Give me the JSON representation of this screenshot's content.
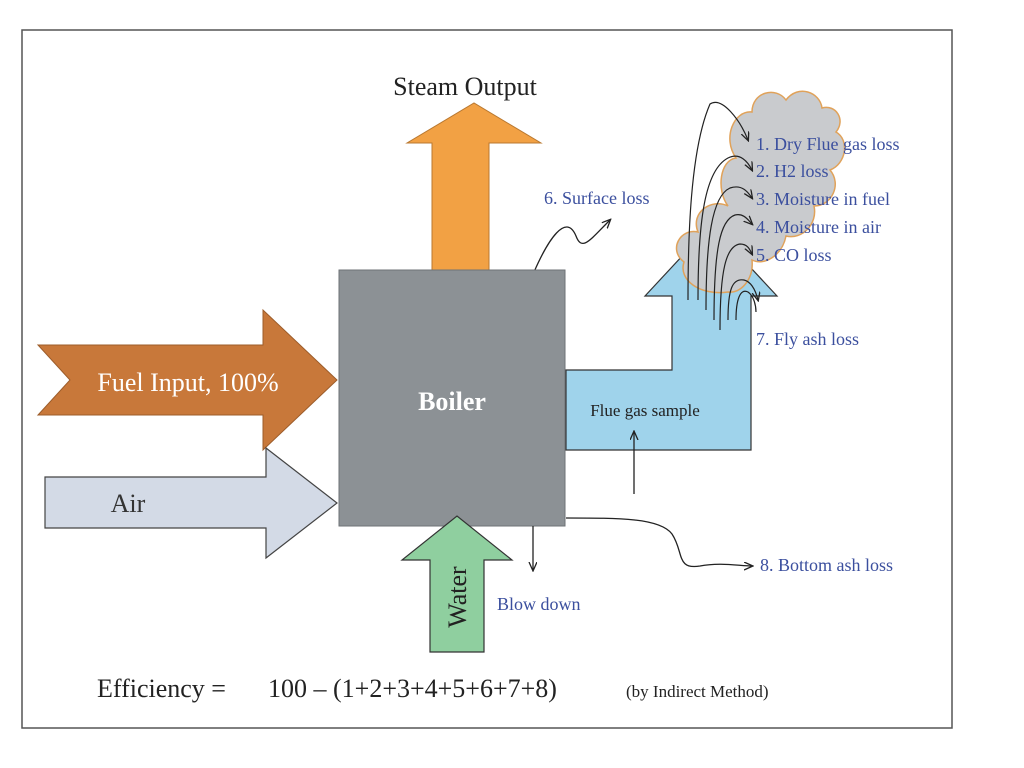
{
  "labels": {
    "steam_output": "Steam Output",
    "fuel_input": "Fuel Input, 100%",
    "air": "Air",
    "boiler": "Boiler",
    "water": "Water",
    "blow_down": "Blow down",
    "flue_gas_sample": "Flue gas sample"
  },
  "losses": [
    "1. Dry Flue gas loss",
    "2. H2 loss",
    "3. Moisture in fuel",
    "4. Moisture in air",
    "5. CO loss",
    "6. Surface loss",
    "7. Fly ash loss",
    "8. Bottom ash loss"
  ],
  "equation": {
    "lhs": "Efficiency =",
    "rhs": "100 – (1+2+3+4+5+6+7+8)",
    "method": "(by Indirect Method)"
  },
  "colors": {
    "boiler": "#8c9195",
    "steam": "#f2a144",
    "fuel": "#c8783a",
    "air": "#d3dae6",
    "water": "#8fcf9f",
    "flue": "#9fd3eb",
    "cloud": "#c9cbce",
    "cloud_outline": "#e0a25a",
    "loss_text": "#3b4f9e"
  }
}
